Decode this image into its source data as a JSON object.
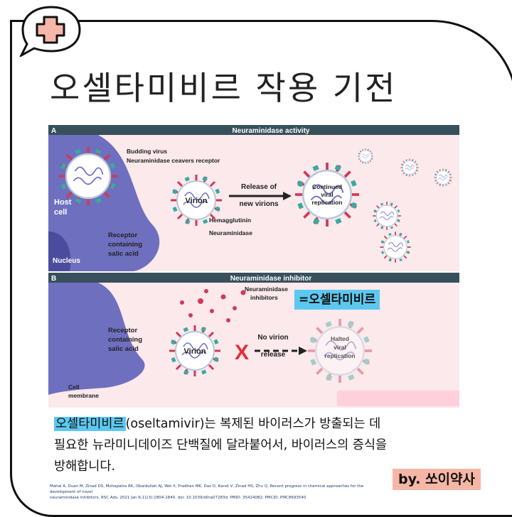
{
  "header": {
    "title": "오셀타미비르 작용 기전"
  },
  "badge": {
    "icon": "plus-speech-bubble-icon"
  },
  "figure": {
    "panel_a": {
      "letter": "A",
      "heading": "Neuraminidase activity",
      "labels": {
        "budding": "Budding virus",
        "cleaves": "Neuraminidase ceavers receptor",
        "host": "Host",
        "cell": "cell",
        "nucleus": "Nucleus",
        "virion": "Virion",
        "release1": "Release of",
        "release2": "new virions",
        "hemagglutinin": "Hemagglutinin",
        "neuraminidase": "Neuraminidase",
        "receptor1": "Receptor",
        "receptor2": "containing",
        "receptor3": "salic acid",
        "continued1": "Continued",
        "continued2": "viral",
        "continued3": "replication"
      }
    },
    "panel_b": {
      "letter": "B",
      "heading": "Neuraminidase inhibitor",
      "labels": {
        "inhibitors1": "Neuraminidase",
        "inhibitors2": "inhibitors",
        "receptor1": "Receptor",
        "receptor2": "containing",
        "receptor3": "salic acid",
        "virion": "Virion",
        "cross": "X",
        "novirion1": "No virion",
        "novirion2": "release",
        "halted1": "Halted",
        "halted2": "viral",
        "halted3": "replication",
        "cellmem1": "Cell",
        "cellmem2": "membrane"
      }
    },
    "callout": "=오셀타미비르"
  },
  "caption": {
    "highlight": "오셀타미비르",
    "rest_line1": "(oseltamivir)는 복제된 바이러스가 방출되는 데",
    "line2": "필요한 뉴라미니데이즈 단백질에 달라붙어서, 바이러스의 증식을",
    "line3": "방해합니다."
  },
  "reference": {
    "line1": "Mahal A, Duan M, Zinad DS, Mohapatra RK, Obaidullah AJ, Wei X, Pradhan MK, Das D, Kandi V, Zinad HS, Zhu Q. Recent progress in chemical approaches for the development of novel",
    "line2": "neuraminidase inhibitors. RSC Adv. 2021 Jan 6;11(3):1804-1840. doi: 10.1039/d0ra07283d. PMID: 35424082; PMCID: PMC8693540."
  },
  "credit": "by. 쏘이약사",
  "colors": {
    "panel_header": "#38505c",
    "panel_bg": "#fbe9ec",
    "host_cell": "#6e6fbf",
    "virion_spike": "#d03a5a",
    "virion_teal": "#3aa9a0",
    "highlight_blue": "#5dc8ef",
    "credit_bg": "#f6b6a6",
    "cross": "#e0313a"
  }
}
